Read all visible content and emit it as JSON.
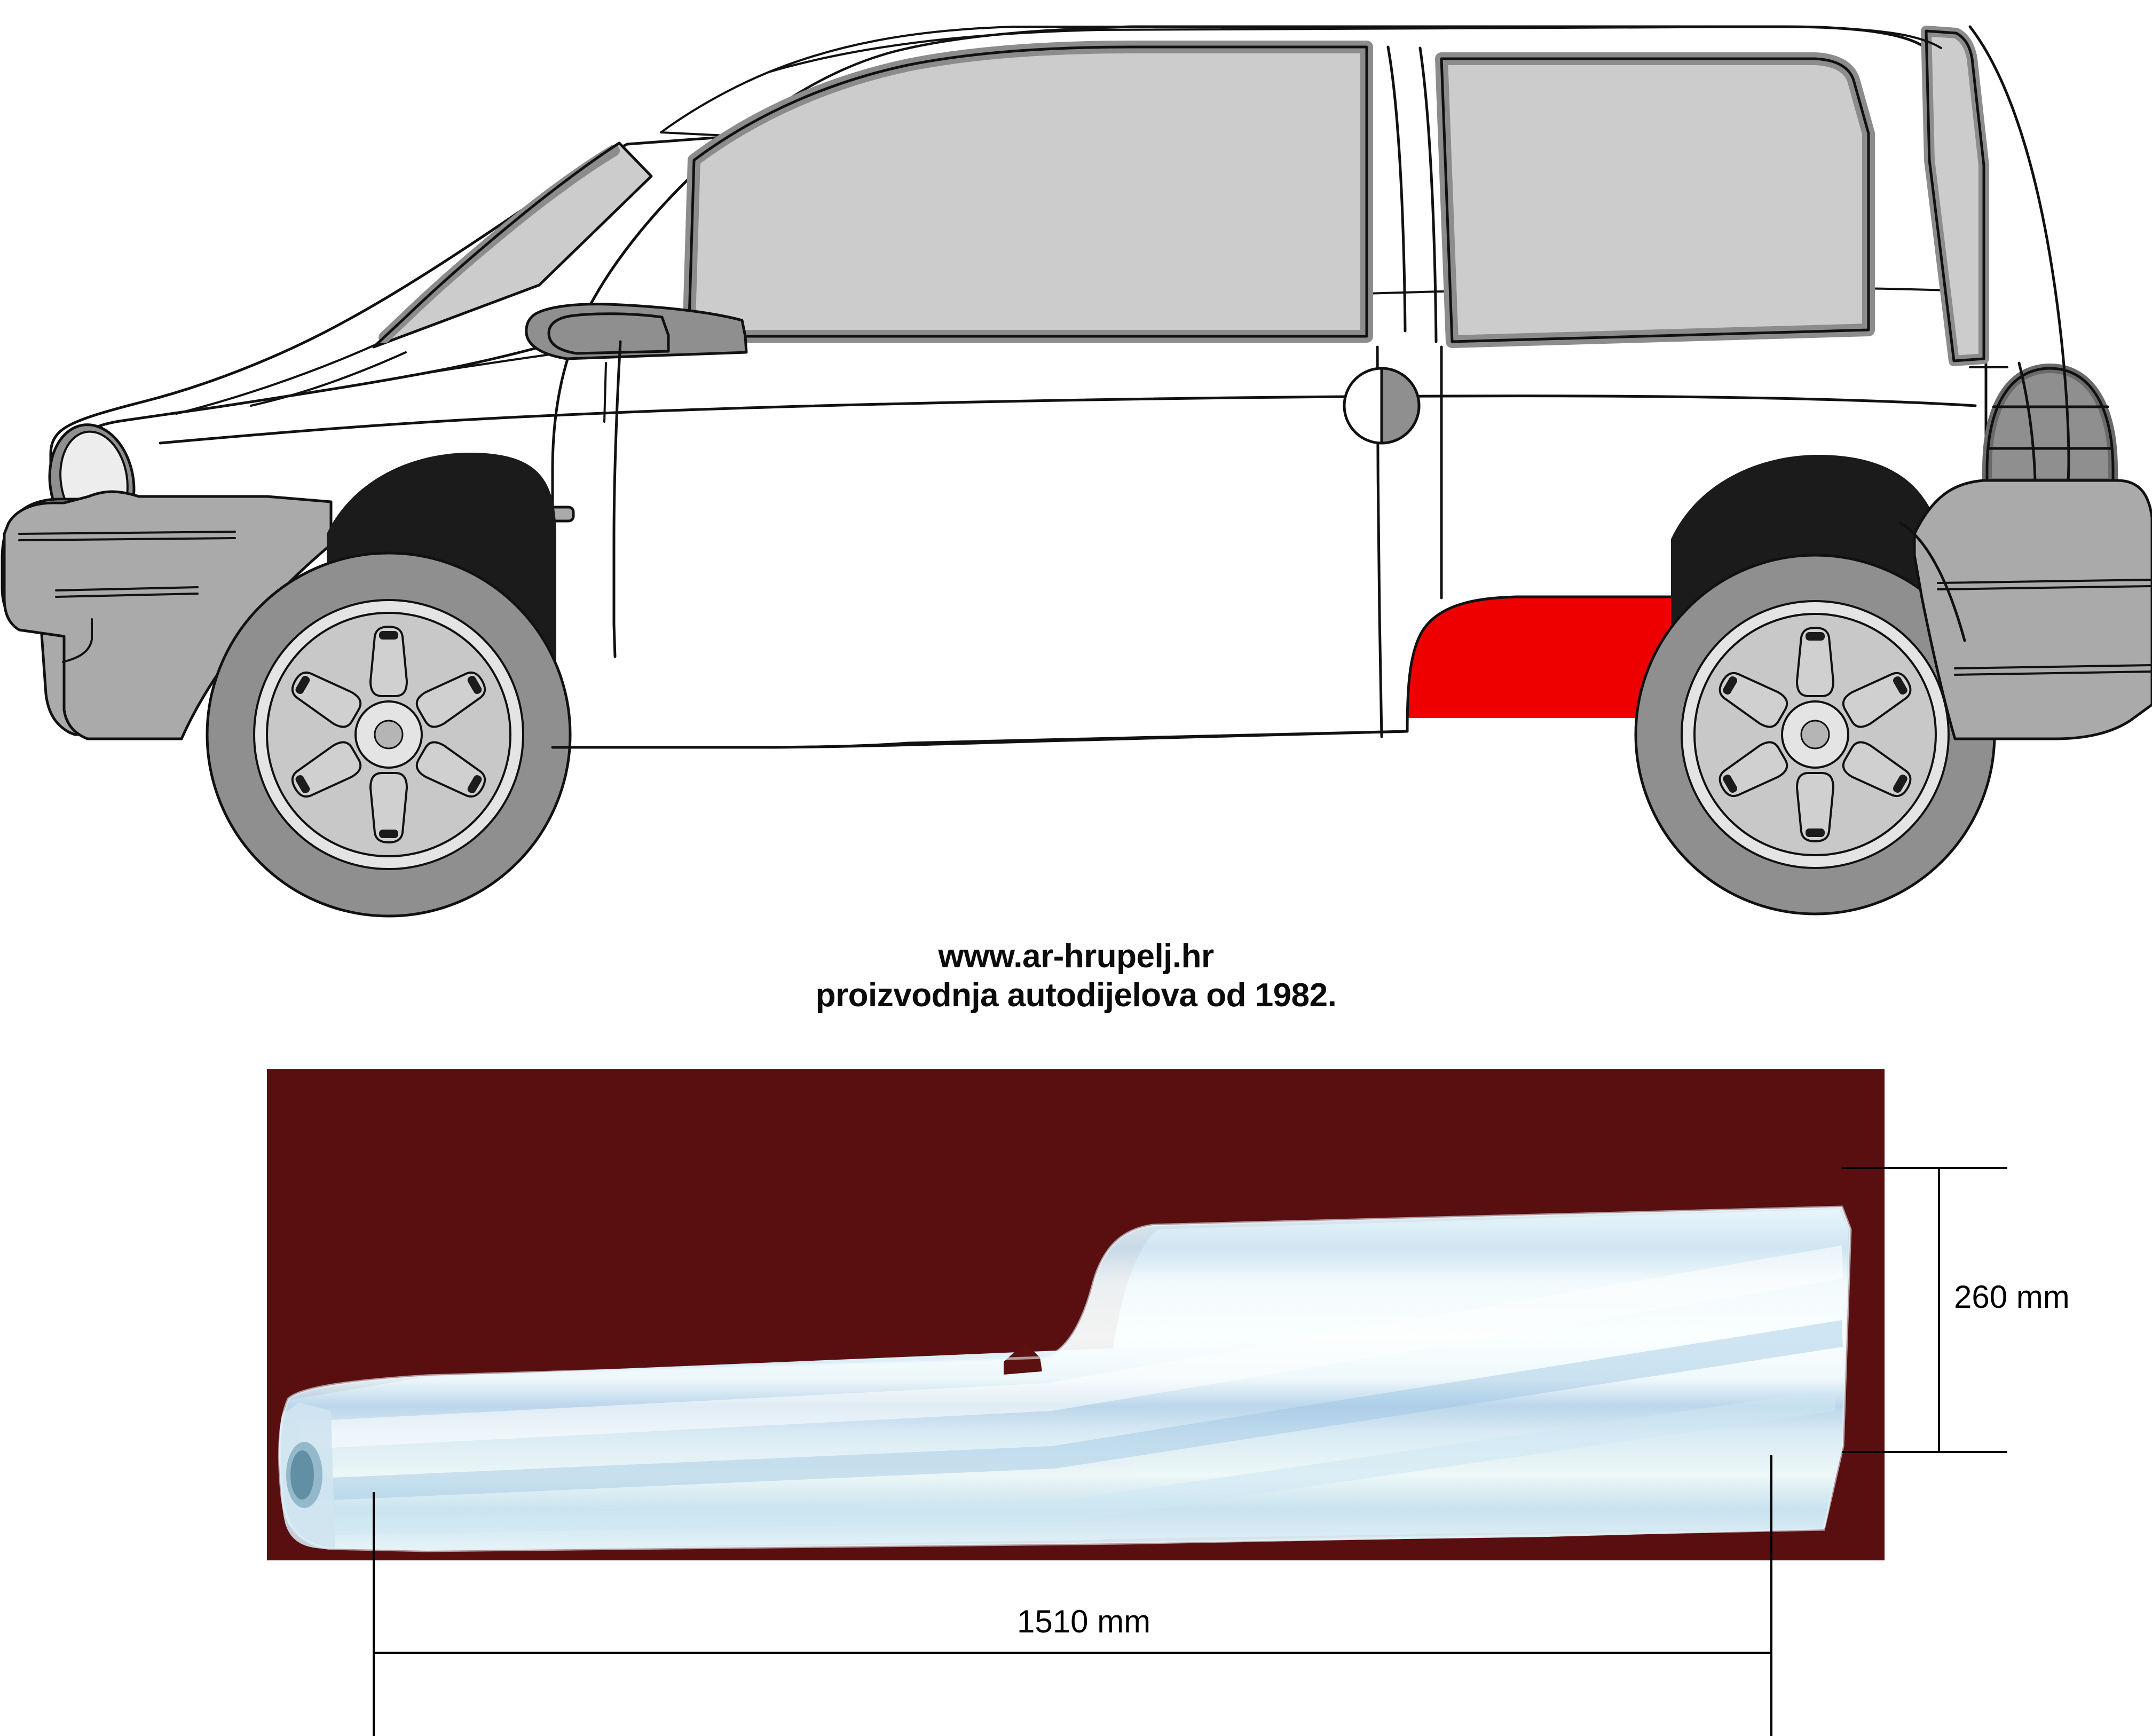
{
  "branding": {
    "website": "www.ar-hrupelj.hr",
    "tagline": "proizvodnja autodijelova od 1982."
  },
  "dimensions": {
    "height_label": "260 mm",
    "length_label": "1510 mm",
    "height_value": 260,
    "length_value": 1510,
    "unit": "mm"
  },
  "colors": {
    "highlight_red": "#ee0000",
    "photo_background": "#5c1110",
    "body_outline": "#111111",
    "glass_fill": "#cccccc",
    "glass_seal": "#8c8c8c",
    "tire_black": "#1b1b1b",
    "tire_side": "#8f8f8f",
    "rim_light": "#d4d4d4",
    "bumper_gray": "#aaaaaa",
    "part_metal": "#dfeef5"
  },
  "car": {
    "view": "side-profile-left",
    "doors": 3,
    "highlighted_part": "rocker-panel-sill",
    "features": [
      "headlight",
      "front-bumper",
      "front-wheel",
      "side-mirror",
      "windshield",
      "front-door-window",
      "rear-quarter-window",
      "fuel-filler-cap",
      "rear-wheel",
      "taillight",
      "rear-bumper"
    ]
  },
  "product": {
    "name": "rocker-panel",
    "finish": "galvanized-steel"
  }
}
